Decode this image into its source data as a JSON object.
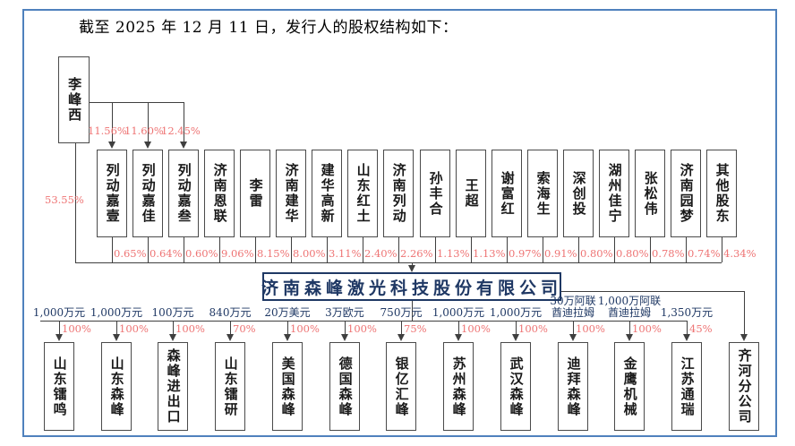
{
  "title": "截至 2025 年 12 月 11 日，发行人的股权结构如下：",
  "colors": {
    "frame_blue": "#4f81bd",
    "navy": "#1f3864",
    "percent_red": "#ee7474",
    "line": "#3f3f3f"
  },
  "founder": {
    "name": "李峰西",
    "direct_percent": "53.55%",
    "holdings": [
      {
        "target": "列动嘉壹",
        "percent": "11.56%"
      },
      {
        "target": "列动嘉佳",
        "percent": "11.60%"
      },
      {
        "target": "列动嘉叁",
        "percent": "12.45%"
      }
    ]
  },
  "company": {
    "name": "济南森峰激光科技股份有限公司"
  },
  "shareholders": [
    {
      "name": "列动嘉壹",
      "percent": "0.65%"
    },
    {
      "name": "列动嘉佳",
      "percent": "0.64%"
    },
    {
      "name": "列动嘉叁",
      "percent": "0.60%"
    },
    {
      "name": "济南恩联",
      "percent": "9.06%"
    },
    {
      "name": "李雷",
      "percent": "8.15%"
    },
    {
      "name": "济南建华",
      "percent": "8.00%"
    },
    {
      "name": "建华高新",
      "percent": "3.11%"
    },
    {
      "name": "山东红土",
      "percent": "2.40%"
    },
    {
      "name": "济南列动",
      "percent": "2.26%"
    },
    {
      "name": "孙丰合",
      "percent": "1.13%"
    },
    {
      "name": "王超",
      "percent": "1.13%"
    },
    {
      "name": "谢富红",
      "percent": "0.97%"
    },
    {
      "name": "索海生",
      "percent": "0.91%"
    },
    {
      "name": "深创投",
      "percent": "0.80%"
    },
    {
      "name": "湖州佳宁",
      "percent": "0.80%"
    },
    {
      "name": "张松伟",
      "percent": "0.78%"
    },
    {
      "name": "济南园梦",
      "percent": "0.74%"
    },
    {
      "name": "其他股东",
      "percent": "4.34%"
    }
  ],
  "subsidiaries": [
    {
      "name": "山东镭鸣",
      "capital": "1,000万元",
      "percent": "100%"
    },
    {
      "name": "山东森峰",
      "capital": "1,000万元",
      "percent": "100%"
    },
    {
      "name": "森峰进出口",
      "capital": "100万元",
      "percent": "100%"
    },
    {
      "name": "山东镭研",
      "capital": "840万元",
      "percent": "70%"
    },
    {
      "name": "美国森峰",
      "capital": "20万美元",
      "percent": "100%"
    },
    {
      "name": "德国森峰",
      "capital": "3万欧元",
      "percent": "100%"
    },
    {
      "name": "银亿汇峰",
      "capital": "750万元",
      "percent": "75%"
    },
    {
      "name": "苏州森峰",
      "capital": "1,000万元",
      "percent": "100%"
    },
    {
      "name": "武汉森峰",
      "capital": "1,000万元",
      "percent": "100%"
    },
    {
      "name": "迪拜森峰",
      "capital": "30万阿联\n酋迪拉姆",
      "percent": "100%"
    },
    {
      "name": "金鹰机械",
      "capital": "1,000万阿联\n酋迪拉姆",
      "percent": "100%"
    },
    {
      "name": "江苏通瑞",
      "capital": "1,350万元",
      "percent": "45%"
    }
  ],
  "branch": {
    "name": "齐河分公司"
  }
}
